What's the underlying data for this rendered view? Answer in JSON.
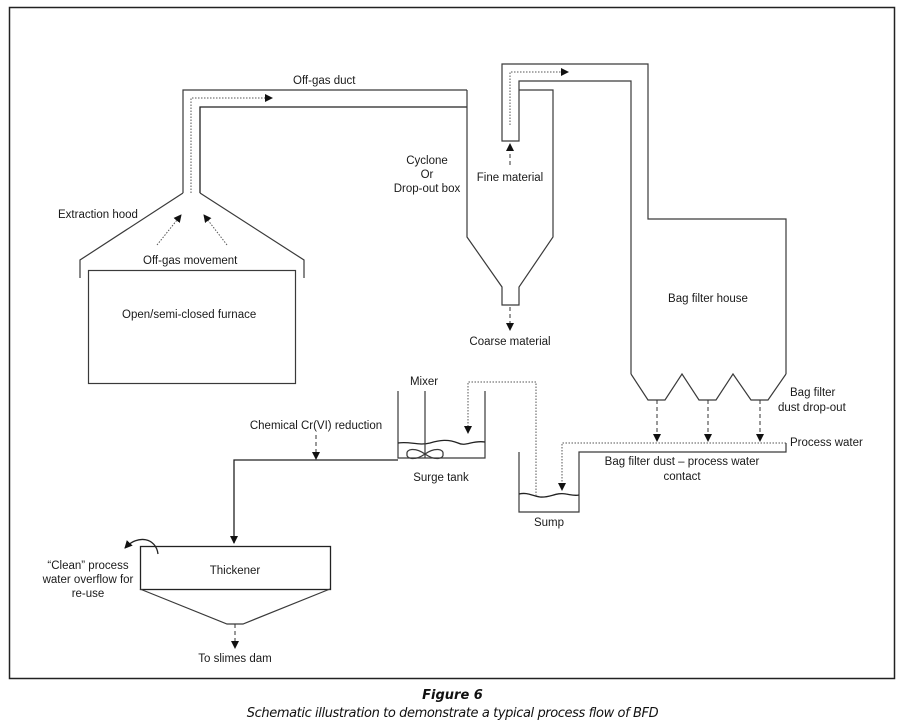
{
  "figure": {
    "title": "Figure 6",
    "caption": "Schematic illustration to demonstrate a typical process flow of BFD"
  },
  "labels": {
    "off_gas_duct": "Off-gas duct",
    "extraction_hood": "Extraction hood",
    "off_gas_movement": "Off-gas movement",
    "furnace": "Open/semi-closed furnace",
    "cyclone_line1": "Cyclone",
    "cyclone_line2": "Or",
    "cyclone_line3": "Drop-out box",
    "fine_material": "Fine material",
    "coarse_material": "Coarse material",
    "bag_filter_house": "Bag filter house",
    "bag_filter_dropout_line1": "Bag filter",
    "bag_filter_dropout_line2": "dust drop-out",
    "process_water": "Process water",
    "contact_line1": "Bag filter dust – process water",
    "contact_line2": "contact",
    "mixer": "Mixer",
    "surge_tank": "Surge tank",
    "sump": "Sump",
    "chemical_reduction": "Chemical Cr(VI) reduction",
    "thickener": "Thickener",
    "overflow_line1": "“Clean” process",
    "overflow_line2": "water overflow for",
    "overflow_line3": "re-use",
    "slimes_dam": "To slimes dam"
  },
  "units": [
    "Open/semi-closed furnace",
    "Extraction hood",
    "Off-gas duct",
    "Cyclone / Drop-out box",
    "Bag filter house",
    "Sump",
    "Surge tank",
    "Thickener"
  ]
}
